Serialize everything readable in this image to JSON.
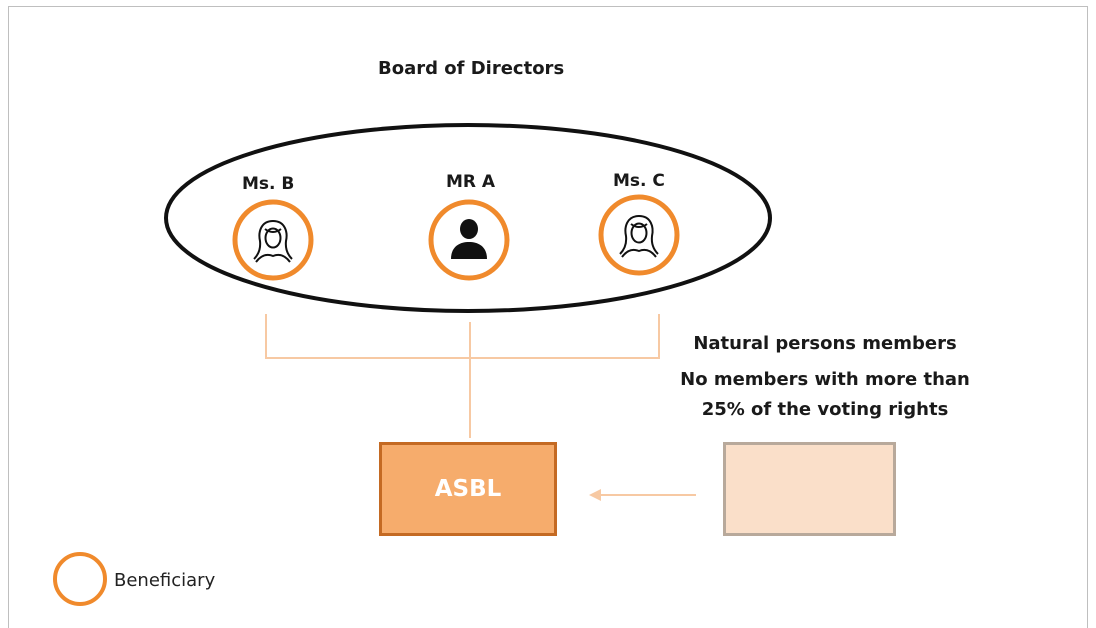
{
  "board": {
    "title": "Board of Directors"
  },
  "persons": [
    {
      "name": "Ms. B",
      "icon": "woman-icon",
      "beneficiary": true
    },
    {
      "name": "MR A",
      "icon": "man-icon",
      "beneficiary": true
    },
    {
      "name": "Ms. C",
      "icon": "woman-icon",
      "beneficiary": true
    }
  ],
  "entity": {
    "label": "ASBL"
  },
  "members": {
    "lines": [
      "Natural persons members",
      "No members with more than",
      "25% of the voting rights"
    ],
    "icon": "group-icon"
  },
  "legend": {
    "label": "Beneficiary",
    "icon": "orange-circle-icon"
  },
  "colors": {
    "beneficiary_ring": "#f08a2c",
    "asbl_fill": "#f6ac6c",
    "asbl_border": "#c46a23",
    "members_fill": "#fadfc9",
    "connector": "#f7c9a3"
  }
}
